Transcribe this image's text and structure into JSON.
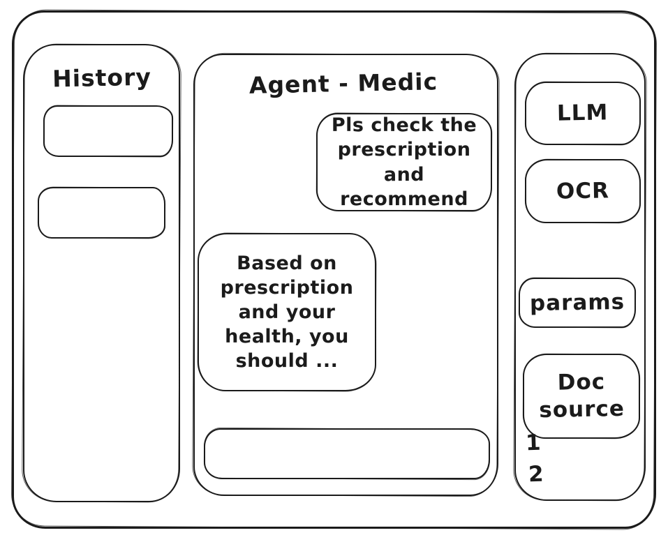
{
  "colors": {
    "ink": "#1b1b1b",
    "background": "#ffffff"
  },
  "history_panel": {
    "title": "History",
    "items": [
      "",
      ""
    ]
  },
  "chat_panel": {
    "title": "Agent - Medic",
    "messages": [
      {
        "role": "user",
        "text": "Pls check the\nprescription\nand recommend"
      },
      {
        "role": "assistant",
        "text": "Based on\nprescription\nand your\nhealth, you\nshould ..."
      }
    ],
    "input_value": ""
  },
  "tools_panel": {
    "llm_button": "LLM",
    "ocr_button": "OCR",
    "params_button": "params",
    "doc_source_button": "Doc\nsource",
    "doc_source_items": [
      "1",
      "2"
    ]
  }
}
